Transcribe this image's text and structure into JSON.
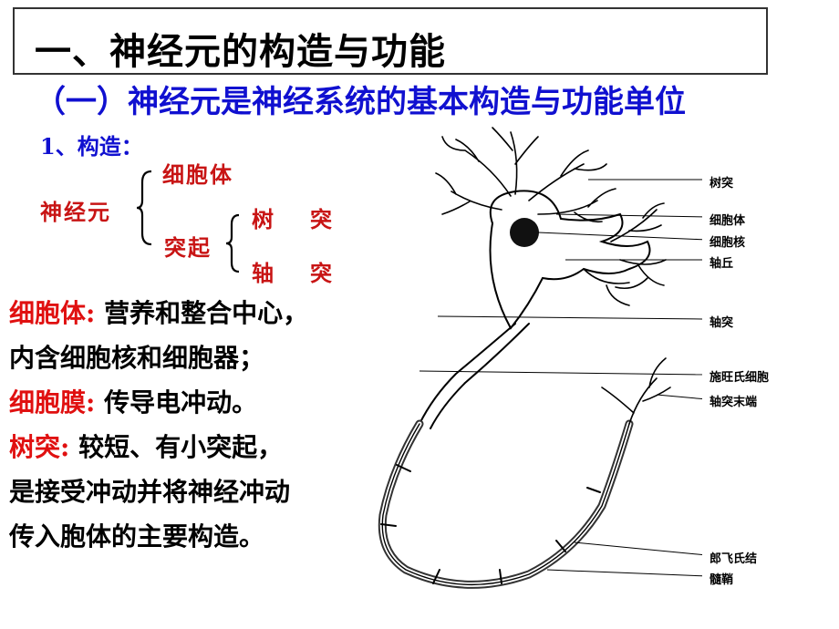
{
  "title": "一、神经元的构造与功能",
  "subtitle": "（一）神经元是神经系统的基本构造与功能单位",
  "subsection": "1、构造：",
  "structure_tree": {
    "root": "神经元",
    "cell_body": "细胞体",
    "processes": "突起",
    "dendrite": "树　突",
    "axon": "轴　突"
  },
  "descriptions": [
    {
      "term": "细胞体:",
      "lines": [
        "营养和整合中心，",
        "内含细胞核和细胞器；"
      ]
    },
    {
      "term": "细胞膜:",
      "lines": [
        "传导电冲动。"
      ]
    },
    {
      "term": "树突:",
      "lines": [
        "较短、有小突起，",
        "是接受冲动并将神经冲动",
        "传入胞体的主要构造。"
      ]
    }
  ],
  "diagram_labels": {
    "dendrite": "树突",
    "cell_body": "细胞体",
    "nucleus": "细胞核",
    "axon_hillock": "轴丘",
    "axon": "轴突",
    "schwann_cell": "施旺氏细胞",
    "axon_terminal": "轴突末端",
    "node_of_ranvier": "郎飞氏结",
    "myelin_sheath": "髓鞘"
  }
}
